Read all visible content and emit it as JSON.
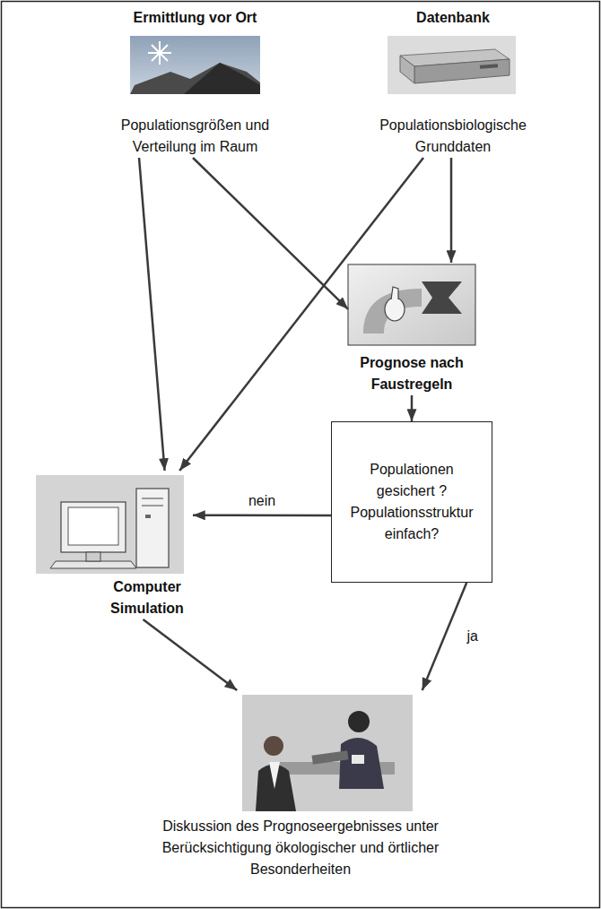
{
  "diagram": {
    "nodes": [
      {
        "text": [
          "Ermittlung vor Ort",
          "Populationsgrößen und Verteilung im Raum"
        ]
      },
      {
        "text": [
          "Datenbank",
          "Populationsbiologische Grunddaten"
        ]
      },
      {
        "text": [
          "Prognose nach Faustregeln"
        ]
      },
      {
        "text": [
          "Populationen gesichert ? Populationsstruktur einfach?"
        ]
      },
      {
        "text": [
          "Computer Simulation"
        ]
      },
      {
        "text": [
          "Diskussion des Prognoseergebnisses unter Berücksichtigung ökologischer und örtlicher Besonderheiten"
        ]
      }
    ],
    "edges": [
      {
        "from": 0,
        "to": 4,
        "arrow": "to"
      },
      {
        "from": 0,
        "to": 2,
        "arrow": "to"
      },
      {
        "from": 1,
        "to": 4,
        "arrow": "to"
      },
      {
        "from": 1,
        "to": 2,
        "arrow": "to"
      },
      {
        "from": 2,
        "to": 3,
        "arrow": "to"
      },
      {
        "from": 3,
        "to": 4,
        "label": "nein",
        "arrow": "to"
      },
      {
        "from": 4,
        "to": 5,
        "arrow": "to"
      },
      {
        "from": 3,
        "to": 5,
        "label": "ja",
        "arrow": "to"
      }
    ]
  }
}
